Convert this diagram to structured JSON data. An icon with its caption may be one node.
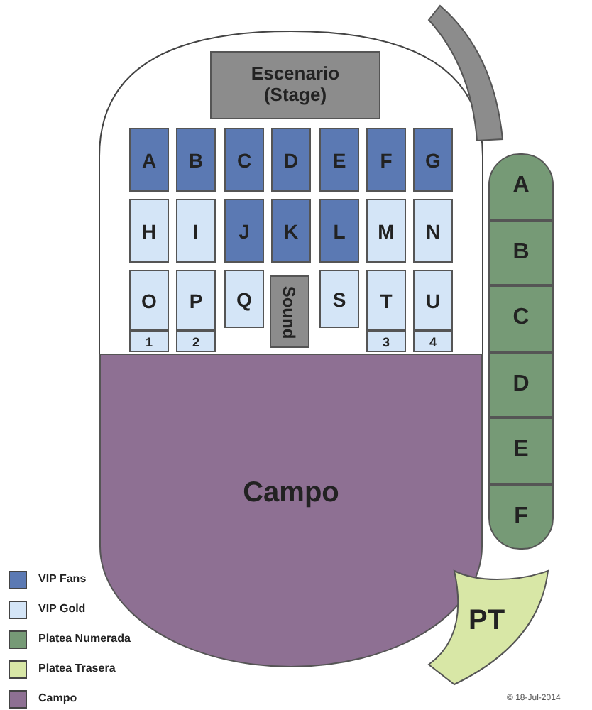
{
  "diagram": {
    "nodes": [
      {
        "text": [
          "Escenario (Stage)"
        ]
      },
      {
        "text": [
          "A"
        ]
      },
      {
        "text": [
          "B"
        ]
      },
      {
        "text": [
          "C"
        ]
      },
      {
        "text": [
          "D"
        ]
      },
      {
        "text": [
          "E"
        ]
      },
      {
        "text": [
          "F"
        ]
      },
      {
        "text": [
          "G"
        ]
      },
      {
        "text": [
          "H"
        ]
      },
      {
        "text": [
          "I"
        ]
      },
      {
        "text": [
          "J"
        ]
      },
      {
        "text": [
          "K"
        ]
      },
      {
        "text": [
          "L"
        ]
      },
      {
        "text": [
          "M"
        ]
      },
      {
        "text": [
          "N"
        ]
      },
      {
        "text": [
          "O"
        ]
      },
      {
        "text": [
          "P"
        ]
      },
      {
        "text": [
          "Q"
        ]
      },
      {
        "text": [
          "Sound"
        ]
      },
      {
        "text": [
          "S"
        ]
      },
      {
        "text": [
          "T"
        ]
      },
      {
        "text": [
          "U"
        ]
      },
      {
        "text": [
          "1"
        ]
      },
      {
        "text": [
          "2"
        ]
      },
      {
        "text": [
          "3"
        ]
      },
      {
        "text": [
          "4"
        ]
      },
      {
        "text": [
          "Campo"
        ]
      },
      {
        "text": [],
        "shape": "band"
      },
      {
        "text": [
          "A"
        ]
      },
      {
        "text": [
          "B"
        ]
      },
      {
        "text": [
          "C"
        ]
      },
      {
        "text": [
          "D"
        ]
      },
      {
        "text": [
          "E"
        ]
      },
      {
        "text": [
          "F"
        ]
      },
      {
        "text": [
          "PT"
        ]
      }
    ],
    "labels": [
      "© 18-Jul-2014"
    ],
    "legend": [
      {
        "text": "VIP Fans",
        "color": "#5b79b3"
      },
      {
        "text": "VIP Gold",
        "color": "#d4e5f7"
      },
      {
        "text": "Platea Numerada",
        "color": "#769a76"
      },
      {
        "text": "Platea Trasera",
        "color": "#d8e7a6"
      },
      {
        "text": "Campo",
        "color": "#8e7093"
      }
    ]
  }
}
